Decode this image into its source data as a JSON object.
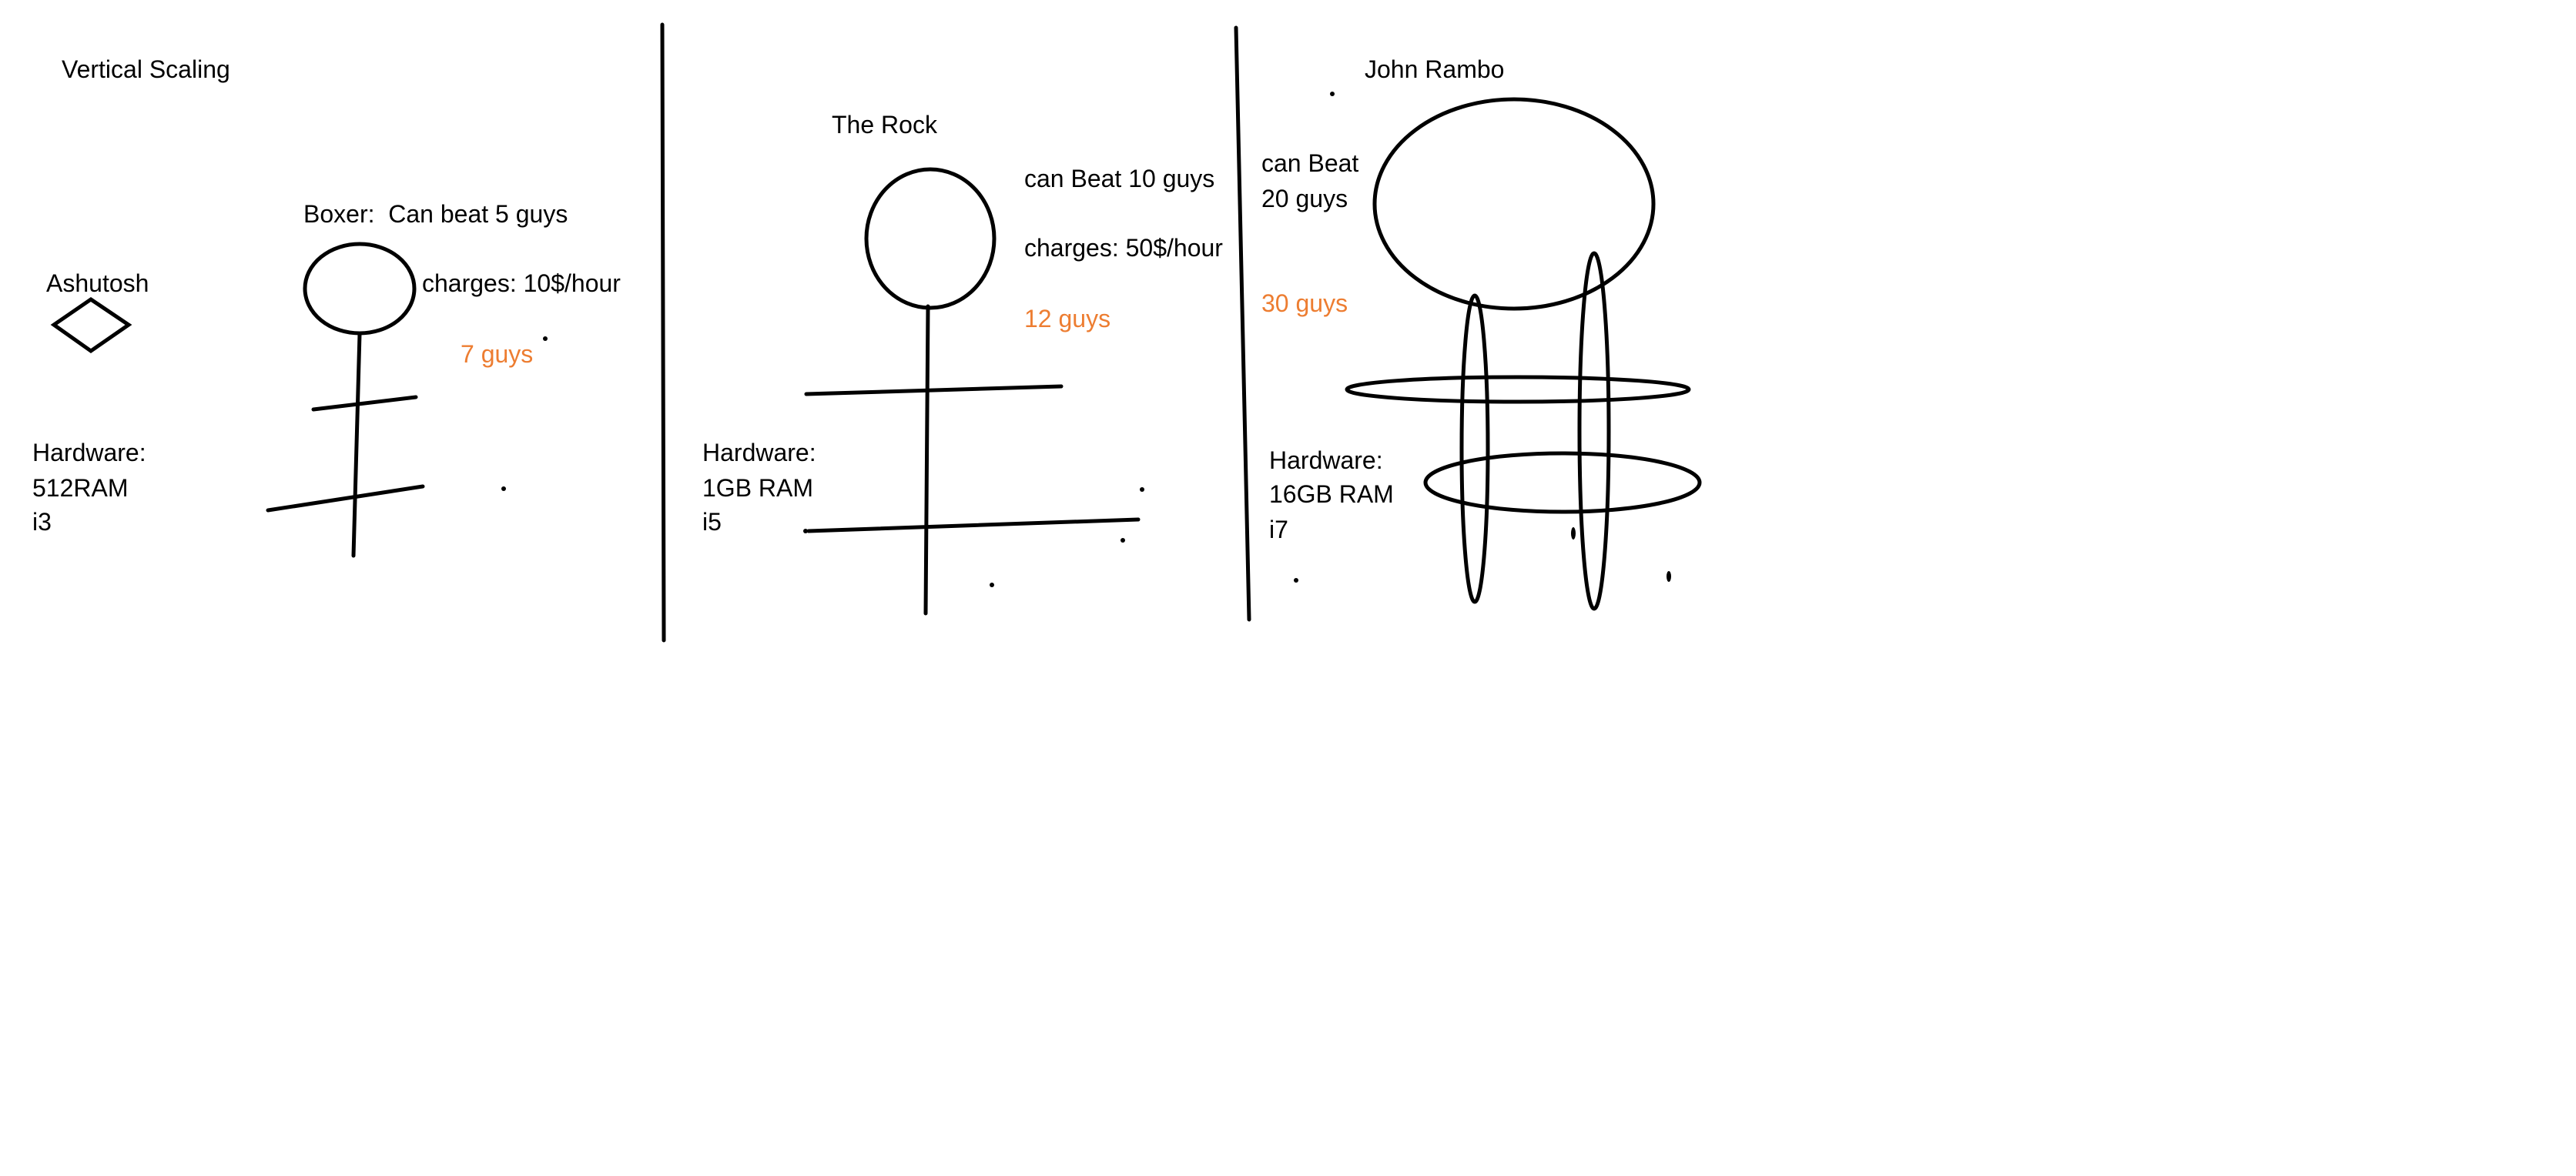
{
  "colors": {
    "ink": "#000000",
    "highlight": "#ED7D31",
    "background": "#FFFFFF"
  },
  "title": "Vertical Scaling",
  "panels": [
    {
      "name": "Ashutosh",
      "fighter": "Boxer:  Can beat 5 guys",
      "charges": "charges: 10$/hour",
      "extra": "7 guys",
      "hardware": [
        "Hardware:",
        "512RAM",
        "i3"
      ]
    },
    {
      "name": "The Rock",
      "capability": "can Beat 10 guys",
      "charges": "charges: 50$/hour",
      "extra": "12 guys",
      "hardware": [
        "Hardware:",
        "1GB RAM",
        "i5"
      ]
    },
    {
      "name": "John Rambo",
      "capability": [
        "can Beat",
        "20 guys"
      ],
      "extra": "30 guys",
      "hardware": [
        "Hardware:",
        "16GB RAM",
        "i7"
      ]
    }
  ]
}
